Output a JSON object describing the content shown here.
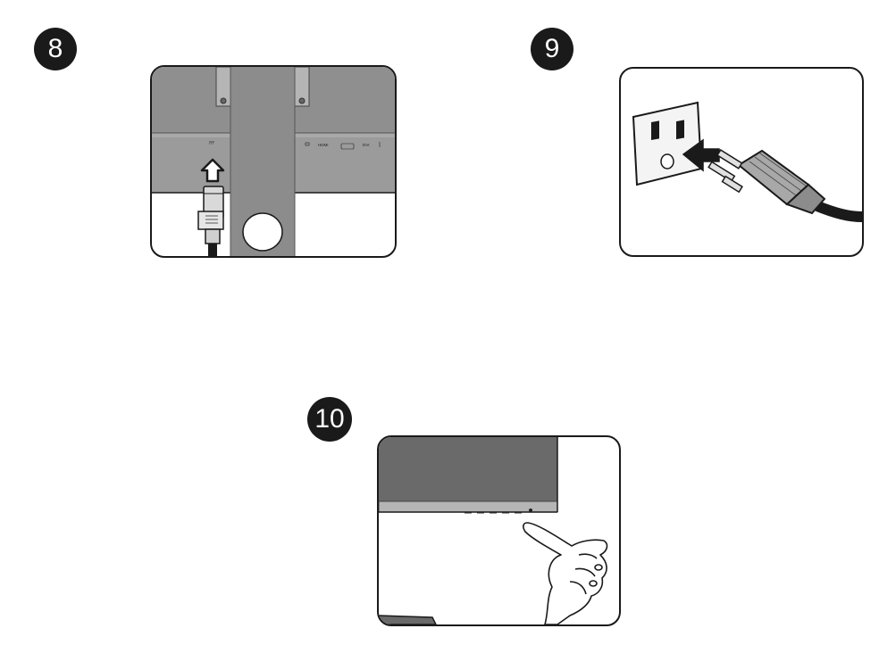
{
  "steps": [
    {
      "number": "8",
      "illustration": "power-cable-to-monitor-illustration"
    },
    {
      "number": "9",
      "illustration": "plug-into-wall-outlet-illustration"
    },
    {
      "number": "10",
      "illustration": "press-power-button-illustration"
    }
  ],
  "ports": {
    "hdmi": "HDMI",
    "dvi": "DVI"
  },
  "colors": {
    "badge": "#1a1a1a",
    "monitor_gray": "#8f8f8f",
    "monitor_dark": "#6a6a6a",
    "outline": "#1a1a1a"
  }
}
